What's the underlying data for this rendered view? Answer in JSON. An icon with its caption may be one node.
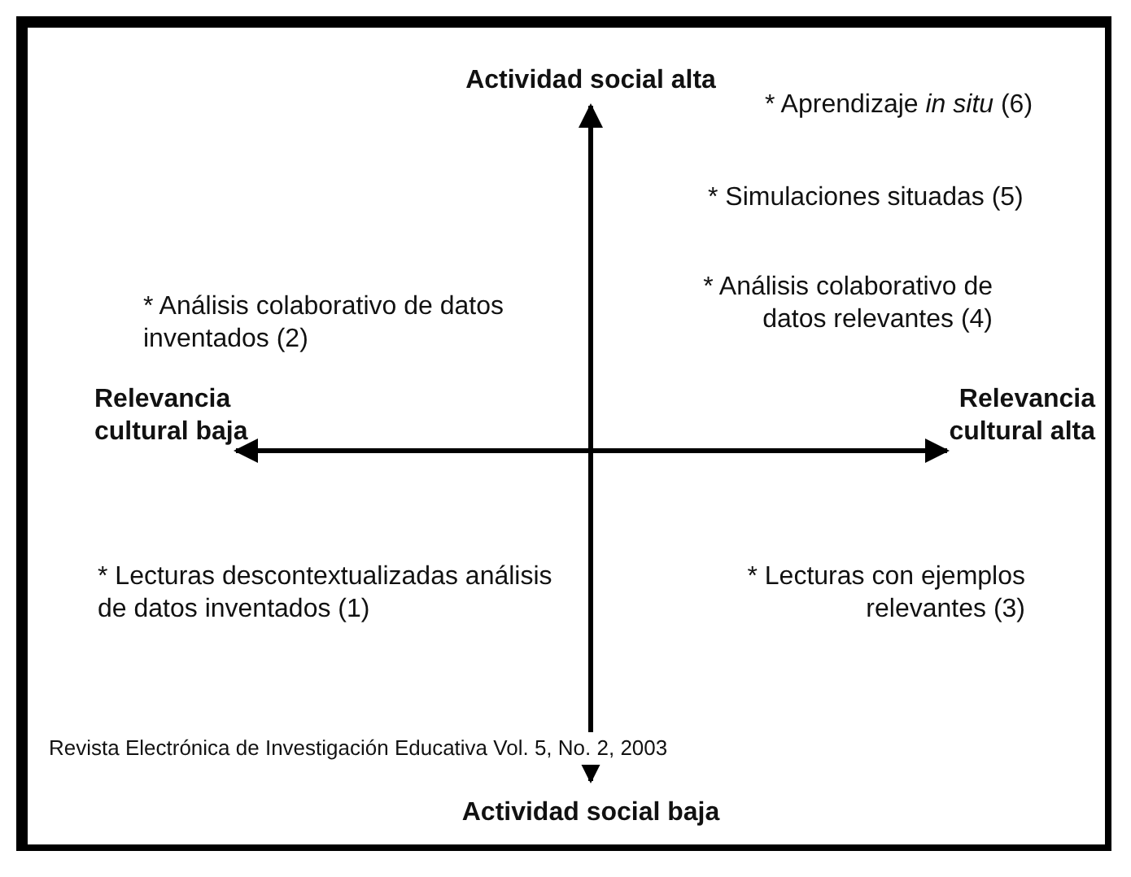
{
  "diagram": {
    "caption": "Revista Electrónica de Investigación Educativa Vol. 5, No. 2, 2003",
    "labels": [
      "Actividad social alta",
      "* Aprendizaje *in situ* (6)",
      "* Simulaciones situadas (5)",
      "* Análisis colaborativo de datos relevantes (4)",
      "* Análisis colaborativo de datos inventados (2)",
      "Relevancia cultural baja",
      "Relevancia cultural alta",
      "* Lecturas descontextualizadas análisis de datos inventados (1)",
      "* Lecturas con ejemplos relevantes (3)",
      "Actividad social baja"
    ]
  }
}
